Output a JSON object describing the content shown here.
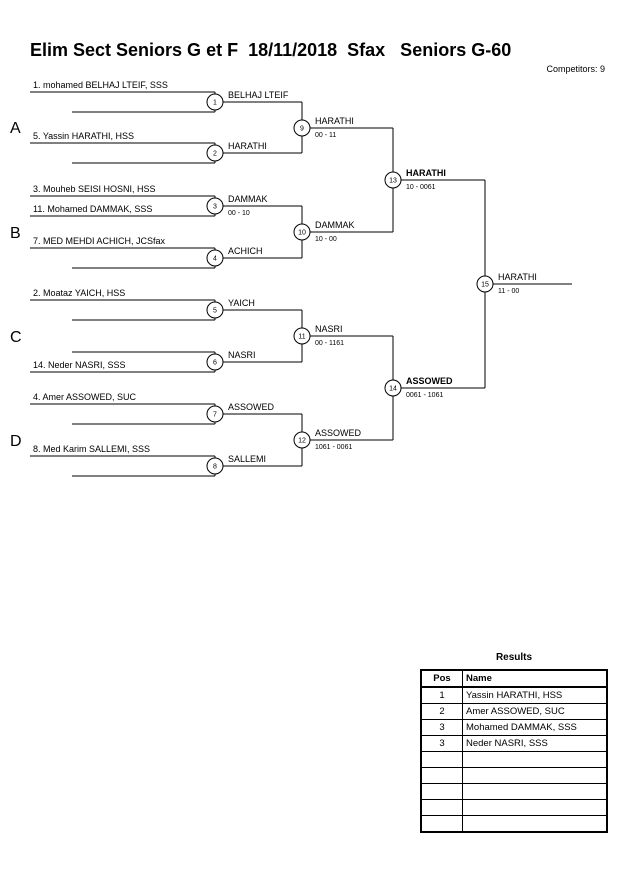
{
  "header": {
    "title": "Elim Sect Seniors G et F  18/11/2018  Sfax   Seniors G-60",
    "competitors": "Competitors: 9"
  },
  "groups": {
    "a": "A",
    "b": "B",
    "c": "C",
    "d": "D"
  },
  "players": {
    "p1": "1. mohamed BELHAJ LTEIF, SSS",
    "p2": "5. Yassin HARATHI, HSS",
    "p3": "3. Mouheb SEISI HOSNI, HSS",
    "p4": "11. Mohamed DAMMAK, SSS",
    "p5": "7. MED MEHDI ACHICH, JCSfax",
    "p6": "2. Moataz YAICH, HSS",
    "p7": "14. Neder NASRI, SSS",
    "p8": "4. Amer ASSOWED, SUC",
    "p9": "8. Med Karim SALLEMI, SSS"
  },
  "matches": {
    "m1": {
      "num": "1",
      "winner": "BELHAJ LTEIF"
    },
    "m2": {
      "num": "2",
      "winner": "HARATHI"
    },
    "m3": {
      "num": "3",
      "winner": "DAMMAK",
      "score": "00 - 10"
    },
    "m4": {
      "num": "4",
      "winner": "ACHICH"
    },
    "m5": {
      "num": "5",
      "winner": "YAICH"
    },
    "m6": {
      "num": "6",
      "winner": "NASRI"
    },
    "m7": {
      "num": "7",
      "winner": "ASSOWED"
    },
    "m8": {
      "num": "8",
      "winner": "SALLEMI"
    },
    "m9": {
      "num": "9",
      "winner": "HARATHI",
      "score": "00 - 11"
    },
    "m10": {
      "num": "10",
      "winner": "DAMMAK",
      "score": "10 - 00"
    },
    "m11": {
      "num": "11",
      "winner": "NASRI",
      "score": "00 - 1161"
    },
    "m12": {
      "num": "12",
      "winner": "ASSOWED",
      "score": "1061 - 0061"
    },
    "m13": {
      "num": "13",
      "winner": "HARATHI",
      "score": "10 - 0061"
    },
    "m14": {
      "num": "14",
      "winner": "ASSOWED",
      "score": "0061 - 1061"
    },
    "m15": {
      "num": "15",
      "winner": "HARATHI",
      "score": "11 - 00"
    }
  },
  "results": {
    "title": "Results",
    "col_pos": "Pos",
    "col_name": "Name",
    "rows": [
      {
        "pos": "1",
        "name": "Yassin HARATHI, HSS"
      },
      {
        "pos": "2",
        "name": "Amer ASSOWED, SUC"
      },
      {
        "pos": "3",
        "name": "Mohamed DAMMAK, SSS"
      },
      {
        "pos": "3",
        "name": "Neder NASRI, SSS"
      },
      {
        "pos": "",
        "name": ""
      },
      {
        "pos": "",
        "name": ""
      },
      {
        "pos": "",
        "name": ""
      },
      {
        "pos": "",
        "name": ""
      },
      {
        "pos": "",
        "name": ""
      }
    ]
  }
}
